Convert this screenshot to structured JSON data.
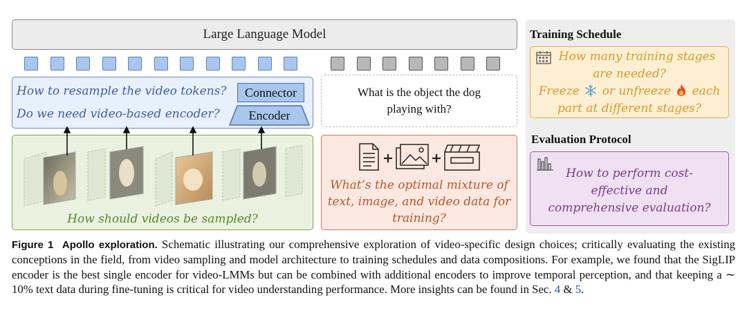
{
  "llm": {
    "label": "Large Language Model"
  },
  "tokens": {
    "blue_count": 11,
    "gray_count": 7
  },
  "encoder_panel": {
    "question_1": "How to resample the video tokens?",
    "question_2": "Do we need video-based encoder?",
    "connector_label": "Connector",
    "encoder_label": "Encoder"
  },
  "dialog": {
    "question": "What is the object the dog playing with?"
  },
  "video_panel": {
    "question": "How should videos be sampled?"
  },
  "data_panel": {
    "question": "What’s the optimal mixture of text, image, and video data for training?"
  },
  "training": {
    "title": "Training Schedule",
    "line_1": "How many training stages",
    "line_2": "are needed?",
    "line_3_a": "Freeze",
    "line_3_b": "or unfreeze",
    "line_3_c": "each",
    "line_4": "part at different stages?"
  },
  "evaluation": {
    "title": "Evaluation Protocol",
    "question": "How to perform cost-effective and comprehensive evaluation?"
  },
  "caption": {
    "label": "Figure 1",
    "title": "Apollo exploration.",
    "text_1": "Schematic illustrating our comprehensive exploration of video-specific design choices; critically evaluating the existing conceptions in the field, from video sampling and model architecture to training schedules and data compositions. For example, we found that the SigLIP encoder is the best single encoder for video-LMMs but can be combined with additional encoders to improve temporal perception, and that keeping a ∼ 10% text data during fine-tuning is critical for video understanding performance. More insights can be found in Sec.",
    "ref_1": "4",
    "amp": "&",
    "ref_2": "5",
    "end": "."
  },
  "colors": {
    "blue": "#3f5f9a",
    "green": "#55852f",
    "orange": "#b5582d",
    "yellow": "#d89b2a",
    "purple": "#7c3c8a"
  },
  "icons": [
    "document-icon",
    "image-icon",
    "video-clapper-icon",
    "calendar-icon",
    "snowflake-icon",
    "fire-icon",
    "bar-chart-icon"
  ]
}
